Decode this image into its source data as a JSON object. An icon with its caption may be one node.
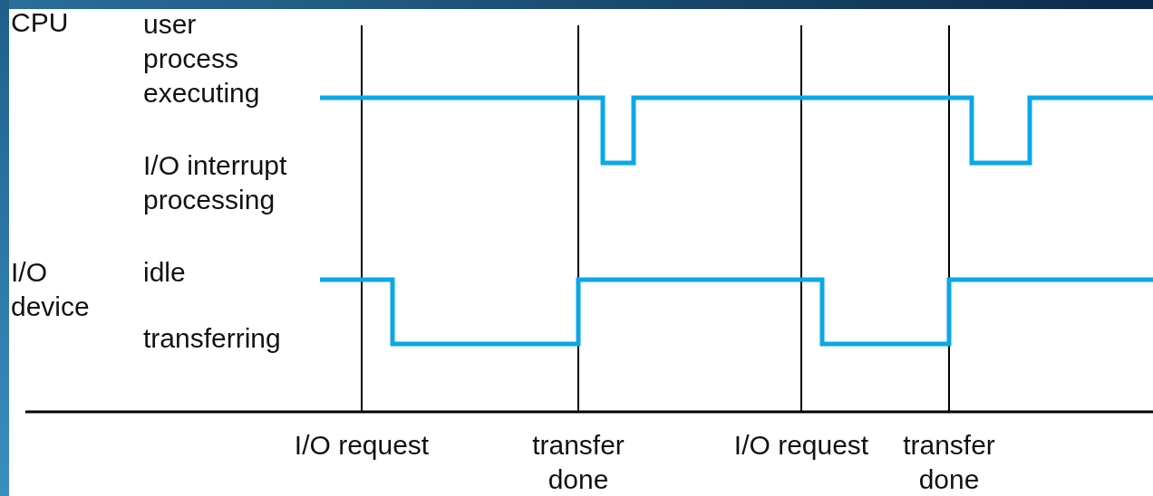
{
  "diagram": {
    "labels": [
      "CPU",
      "user process executing",
      "I/O interrupt processing",
      "I/O device",
      "idle",
      "transferring",
      "I/O request",
      "transfer done",
      "I/O request",
      "transfer done"
    ]
  }
}
